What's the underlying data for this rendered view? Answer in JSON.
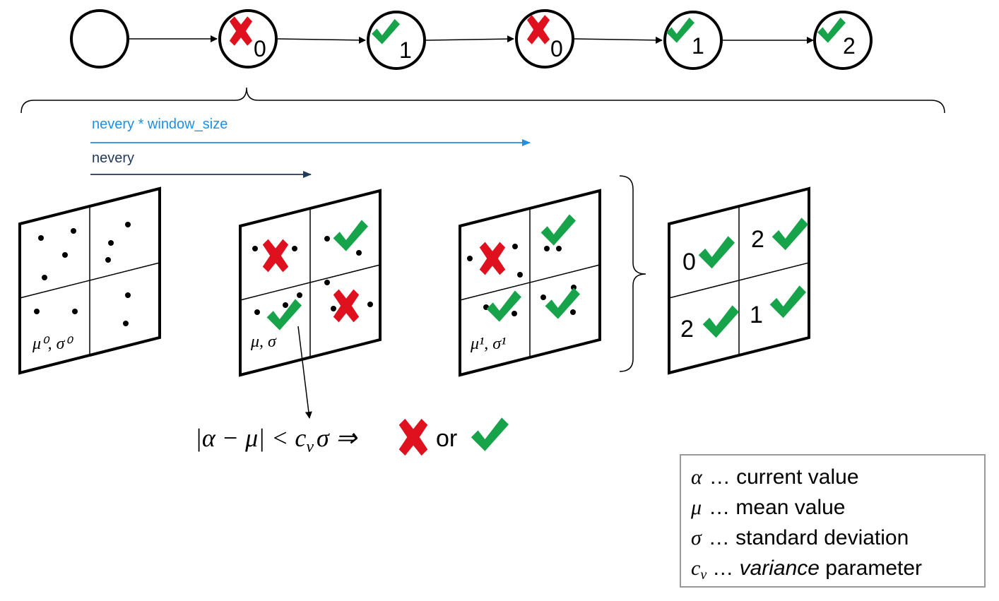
{
  "timeline": {
    "states": [
      {
        "mark": "none",
        "count": ""
      },
      {
        "mark": "cross",
        "count": "0"
      },
      {
        "mark": "check",
        "count": "1"
      },
      {
        "mark": "cross",
        "count": "0"
      },
      {
        "mark": "check",
        "count": "1"
      },
      {
        "mark": "check",
        "count": "2"
      }
    ]
  },
  "arrows": {
    "window_label": "nevery * window_size",
    "nevery_label": "nevery",
    "window_color": "#1f8fe6",
    "nevery_color": "#1f3a5a"
  },
  "grids": {
    "grid1_label": "μ⁰, σ⁰",
    "grid2_label": "μ, σ",
    "grid3_label": "μ¹, σ¹",
    "grid4_counts": [
      "0",
      "2",
      "2",
      "1"
    ]
  },
  "formula": {
    "text": "|α − μ| < c",
    "sub": "v",
    "tail": "σ ⇒",
    "or": "or"
  },
  "legend": [
    {
      "symbol": "α",
      "sub": "",
      "desc": "… current value",
      "italic_word": ""
    },
    {
      "symbol": "μ",
      "sub": "",
      "desc": "… mean value",
      "italic_word": ""
    },
    {
      "symbol": "σ",
      "sub": "",
      "desc": "… standard deviation",
      "italic_word": ""
    },
    {
      "symbol": "c",
      "sub": "v",
      "desc_pre": "… ",
      "italic_word": "variance",
      "desc": " parameter"
    }
  ],
  "colors": {
    "cross": "#e0111f",
    "check": "#16a34a"
  }
}
